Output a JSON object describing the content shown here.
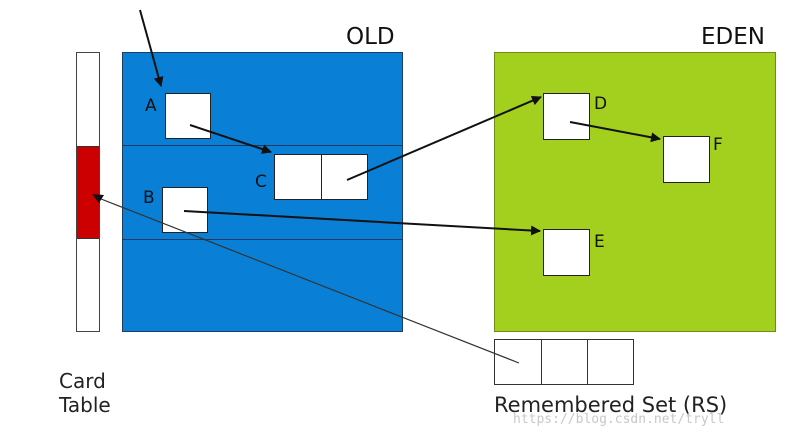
{
  "regions": {
    "old_title": "OLD",
    "eden_title": "EDEN"
  },
  "objects": {
    "a": "A",
    "b": "B",
    "c": "C",
    "d": "D",
    "e": "E",
    "f": "F"
  },
  "card_table": {
    "label_line1": "Card",
    "label_line2": "Table"
  },
  "remembered_set": {
    "label": "Remembered Set (RS)"
  },
  "watermark": "https://blog.csdn.net/tryll",
  "colors": {
    "old": "#0a7fd6",
    "eden": "#a3cf1e",
    "dirty_card": "#cc0000"
  }
}
